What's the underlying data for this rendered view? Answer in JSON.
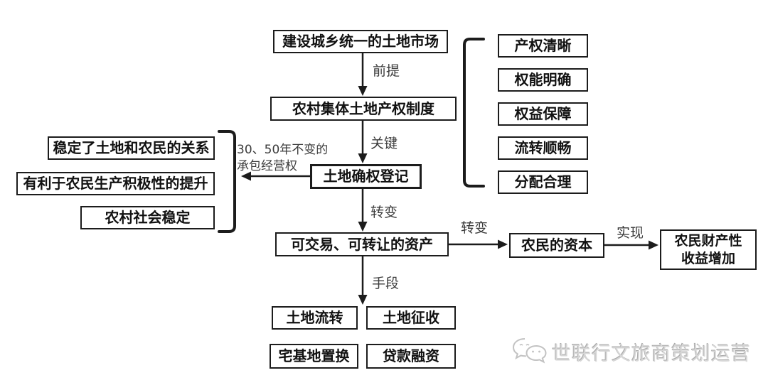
{
  "flowchart": {
    "nodes": {
      "top": "建设城乡统一的土地市场",
      "property_system": "农村集体土地产权制度",
      "registration": "土地确权登记",
      "tradable_asset": "可交易、可转让的资产",
      "farmer_capital": "农民的资本",
      "income_line1": "农民财产性",
      "income_line2": "收益增加"
    },
    "edge_labels": {
      "premise": "前提",
      "key": "关键",
      "transform_down": "转变",
      "transform_right": "转变",
      "realize": "实现",
      "means": "手段",
      "contract_line1": "30、50年不变的",
      "contract_line2": "承包经营权"
    },
    "left_group": {
      "items": [
        "稳定了土地和农民的关系",
        "有利于农民生产积极性的提升",
        "农村社会稳定"
      ]
    },
    "right_group": {
      "items": [
        "产权清晰",
        "权能明确",
        "权益保障",
        "流转顺畅",
        "分配合理"
      ]
    },
    "bottom_group": {
      "items": [
        "土地流转",
        "土地征收",
        "宅基地置换",
        "贷款融资"
      ]
    }
  },
  "watermark": {
    "icon": "wechat-icon",
    "text": "世联行文旅商策划运营"
  },
  "colors": {
    "background": "#ffffff",
    "box_border": "#1c1c1c",
    "box_text": "#111111",
    "edge_label_text": "#3c3c3c",
    "watermark_text": "#d6d6d6"
  }
}
